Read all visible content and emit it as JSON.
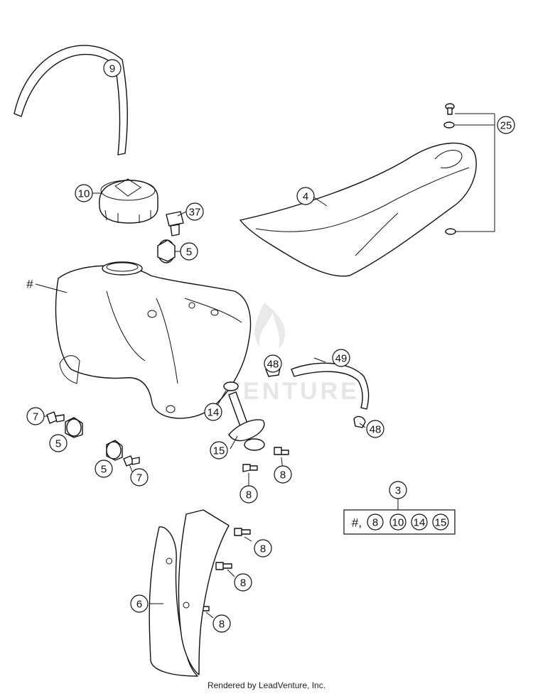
{
  "diagram": {
    "watermark_text": "EXVENTURE",
    "kit_label": "#,",
    "hash_label": "#",
    "callouts": [
      "9",
      "10",
      "37",
      "5",
      "25",
      "4",
      "48",
      "49",
      "14",
      "15",
      "48",
      "7",
      "5",
      "5",
      "7",
      "8",
      "8",
      "3",
      "8",
      "8",
      "8",
      "6"
    ],
    "kit_contents": [
      "8",
      "10",
      "14",
      "15"
    ]
  },
  "footer": {
    "text": "Rendered by LeadVenture, Inc."
  }
}
